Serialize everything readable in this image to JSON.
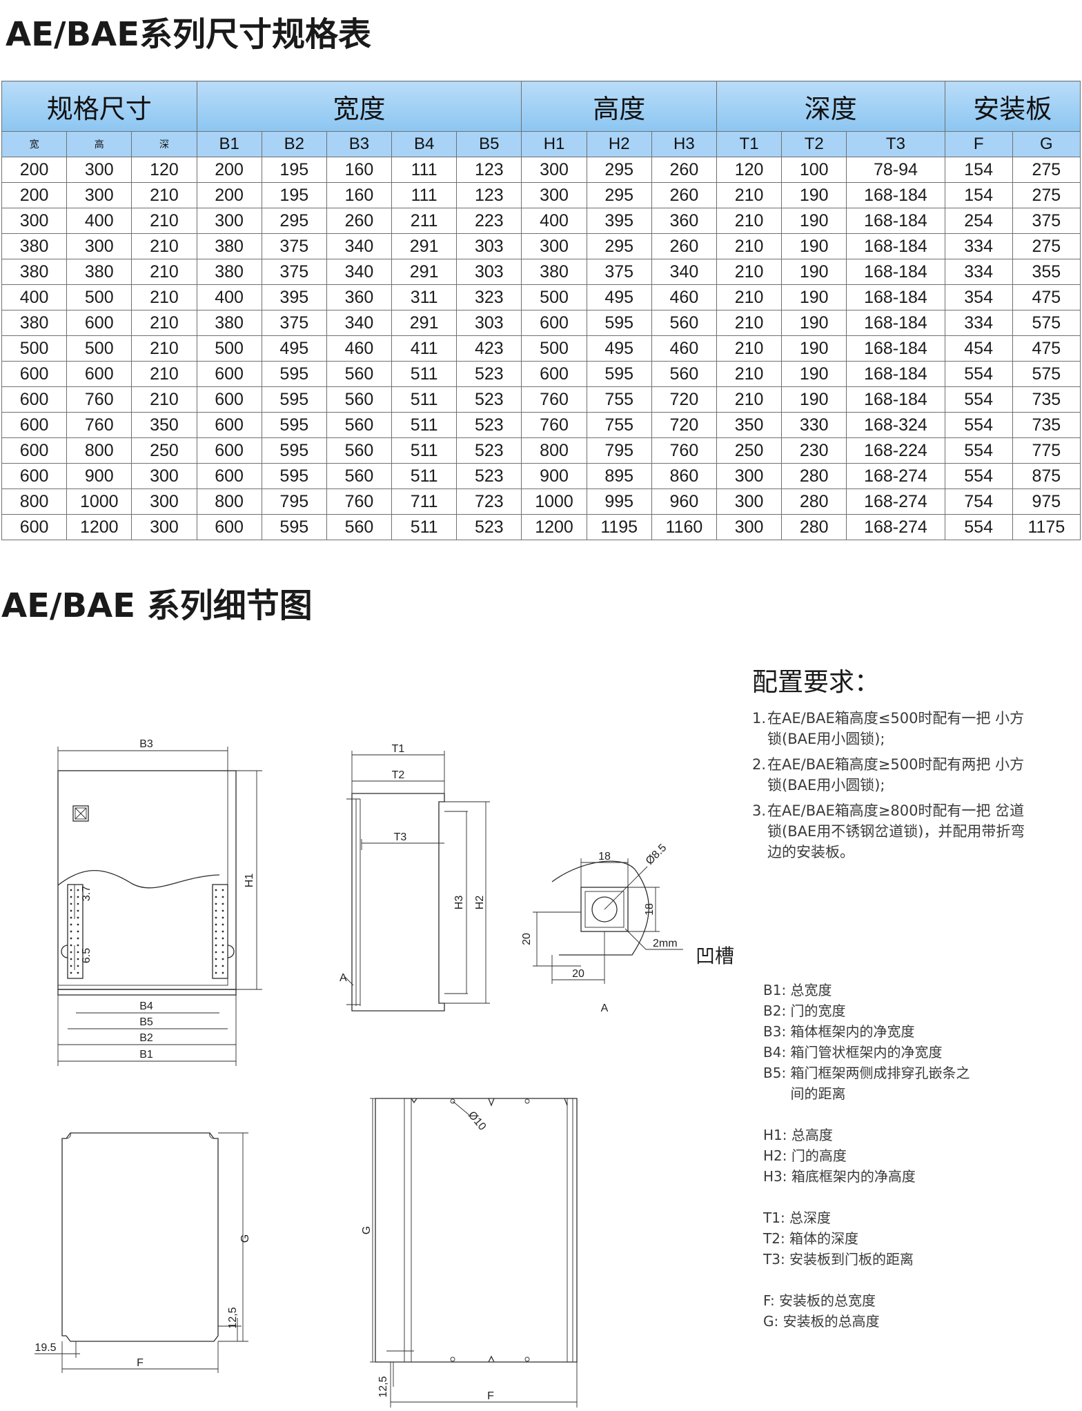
{
  "titles": {
    "spec": "AE/BAE系列尺寸规格表",
    "detail": "AE/BAE 系列细节图"
  },
  "table": {
    "groups": [
      "规格尺寸",
      "宽度",
      "高度",
      "深度",
      "安装板"
    ],
    "columns": [
      "宽",
      "高",
      "深",
      "B1",
      "B2",
      "B3",
      "B4",
      "B5",
      "H1",
      "H2",
      "H3",
      "T1",
      "T2",
      "T3",
      "F",
      "G"
    ],
    "rows": [
      [
        "200",
        "300",
        "120",
        "200",
        "195",
        "160",
        "111",
        "123",
        "300",
        "295",
        "260",
        "120",
        "100",
        "78-94",
        "154",
        "275"
      ],
      [
        "200",
        "300",
        "210",
        "200",
        "195",
        "160",
        "111",
        "123",
        "300",
        "295",
        "260",
        "210",
        "190",
        "168-184",
        "154",
        "275"
      ],
      [
        "300",
        "400",
        "210",
        "300",
        "295",
        "260",
        "211",
        "223",
        "400",
        "395",
        "360",
        "210",
        "190",
        "168-184",
        "254",
        "375"
      ],
      [
        "380",
        "300",
        "210",
        "380",
        "375",
        "340",
        "291",
        "303",
        "300",
        "295",
        "260",
        "210",
        "190",
        "168-184",
        "334",
        "275"
      ],
      [
        "380",
        "380",
        "210",
        "380",
        "375",
        "340",
        "291",
        "303",
        "380",
        "375",
        "340",
        "210",
        "190",
        "168-184",
        "334",
        "355"
      ],
      [
        "400",
        "500",
        "210",
        "400",
        "395",
        "360",
        "311",
        "323",
        "500",
        "495",
        "460",
        "210",
        "190",
        "168-184",
        "354",
        "475"
      ],
      [
        "380",
        "600",
        "210",
        "380",
        "375",
        "340",
        "291",
        "303",
        "600",
        "595",
        "560",
        "210",
        "190",
        "168-184",
        "334",
        "575"
      ],
      [
        "500",
        "500",
        "210",
        "500",
        "495",
        "460",
        "411",
        "423",
        "500",
        "495",
        "460",
        "210",
        "190",
        "168-184",
        "454",
        "475"
      ],
      [
        "600",
        "600",
        "210",
        "600",
        "595",
        "560",
        "511",
        "523",
        "600",
        "595",
        "560",
        "210",
        "190",
        "168-184",
        "554",
        "575"
      ],
      [
        "600",
        "760",
        "210",
        "600",
        "595",
        "560",
        "511",
        "523",
        "760",
        "755",
        "720",
        "210",
        "190",
        "168-184",
        "554",
        "735"
      ],
      [
        "600",
        "760",
        "350",
        "600",
        "595",
        "560",
        "511",
        "523",
        "760",
        "755",
        "720",
        "350",
        "330",
        "168-324",
        "554",
        "735"
      ],
      [
        "600",
        "800",
        "250",
        "600",
        "595",
        "560",
        "511",
        "523",
        "800",
        "795",
        "760",
        "250",
        "230",
        "168-224",
        "554",
        "775"
      ],
      [
        "600",
        "900",
        "300",
        "600",
        "595",
        "560",
        "511",
        "523",
        "900",
        "895",
        "860",
        "300",
        "280",
        "168-274",
        "554",
        "875"
      ],
      [
        "800",
        "1000",
        "300",
        "800",
        "795",
        "760",
        "711",
        "723",
        "1000",
        "995",
        "960",
        "300",
        "280",
        "168-274",
        "754",
        "975"
      ],
      [
        "600",
        "1200",
        "300",
        "600",
        "595",
        "560",
        "511",
        "523",
        "1200",
        "1195",
        "1160",
        "300",
        "280",
        "168-274",
        "554",
        "1175"
      ]
    ]
  },
  "requirements": {
    "title": "配置要求：",
    "items": [
      {
        "num": "1.",
        "text": "在AE/BAE箱高度≤500时配有一把 小方锁(BAE用小圆锁);"
      },
      {
        "num": "2.",
        "text": "在AE/BAE箱高度≥500时配有两把 小方锁(BAE用小圆锁);"
      },
      {
        "num": "3.",
        "text": "在AE/BAE箱高度≥800时配有一把 岔道锁(BAE用不锈钢岔道锁)，并配用带折弯边的安装板。"
      }
    ]
  },
  "legend": [
    [
      {
        "key": "B1: ",
        "value": "总宽度"
      },
      {
        "key": "B2: ",
        "value": "门的宽度"
      },
      {
        "key": "B3: ",
        "value": "箱体框架内的净宽度"
      },
      {
        "key": "B4: ",
        "value": "箱门管状框架内的净宽度"
      },
      {
        "key": "B5: ",
        "value": "箱门框架两侧成排穿孔嵌条之间的距离"
      }
    ],
    [
      {
        "key": "H1: ",
        "value": "总高度"
      },
      {
        "key": "H2: ",
        "value": "门的高度"
      },
      {
        "key": "H3: ",
        "value": "箱底框架内的净高度"
      }
    ],
    [
      {
        "key": "T1: ",
        "value": "总深度"
      },
      {
        "key": "T2: ",
        "value": "箱体的深度"
      },
      {
        "key": "T3: ",
        "value": "安装板到门板的距离"
      }
    ],
    [
      {
        "key": "F: ",
        "value": "安装板的总宽度"
      },
      {
        "key": "G: ",
        "value": "安装板的总高度"
      }
    ]
  ],
  "drawings": {
    "front": {
      "B3": "B3",
      "B4": "B4",
      "B5": "B5",
      "B2": "B2",
      "B1": "B1",
      "H1": "H1",
      "d37": "3.7",
      "d65": "6.5"
    },
    "side": {
      "T1": "T1",
      "T2": "T2",
      "T3": "T3",
      "H3": "H3",
      "H2": "H2",
      "A": "A"
    },
    "detail": {
      "d18a": "18",
      "d85": "Ø8.5",
      "d18b": "18",
      "d20a": "20",
      "d20b": "20",
      "d2mm": "2mm",
      "groove": "凹槽",
      "A": "A"
    },
    "plate": {
      "G": "G",
      "F": "F",
      "d195": "19.5",
      "d125": "12,5"
    },
    "plate2": {
      "G": "G",
      "F": "F",
      "d10": "Ø10",
      "d125": "12,5"
    }
  }
}
